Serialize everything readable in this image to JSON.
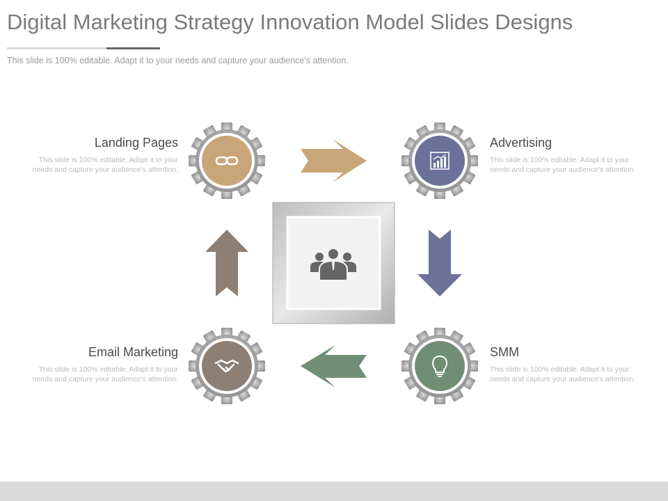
{
  "slide": {
    "title": "Digital Marketing Strategy Innovation Model Slides Designs",
    "subtitle": "This slide is 100% editable. Adapt it to your needs and capture your audience's attention."
  },
  "nodes": [
    {
      "label": "Landing Pages",
      "description": "This slide is 100% editable. Adapt it to your needs and capture your audience's attention.",
      "color": "#c9a57a",
      "icon": "link-icon"
    },
    {
      "label": "Advertising",
      "description": "This slide is 100% editable. Adapt it to your needs and capture your audience's attention.",
      "color": "#6b7199",
      "icon": "bar-chart-icon"
    },
    {
      "label": "SMM",
      "description": "This slide is 100% editable. Adapt it to your needs and capture your audience's attention.",
      "color": "#6f8e73",
      "icon": "lightbulb-icon"
    },
    {
      "label": "Email Marketing",
      "description": "This slide is 100% editable. Adapt it to your needs and capture your audience's attention.",
      "color": "#8e7f74",
      "icon": "handshake-icon"
    }
  ],
  "arrows": {
    "top": {
      "color": "#c9a57a",
      "icon": "arrow-right-icon"
    },
    "right": {
      "color": "#6b7199",
      "icon": "arrow-down-icon"
    },
    "bottom": {
      "color": "#6f8e73",
      "icon": "arrow-left-icon"
    },
    "left": {
      "color": "#8e7f74",
      "icon": "arrow-up-icon"
    }
  },
  "center": {
    "icon": "team-icon"
  }
}
